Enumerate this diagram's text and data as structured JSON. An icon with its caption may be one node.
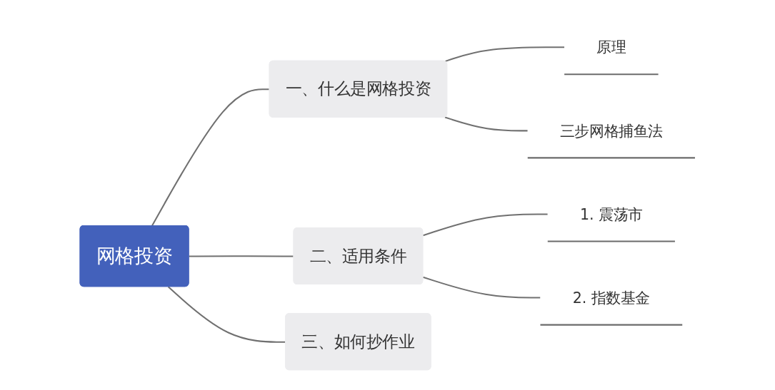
{
  "diagram": {
    "nodes": [
      {
        "text": [
          "网格投资"
        ]
      },
      {
        "text": [
          "一、什么是网格投资"
        ]
      },
      {
        "text": [
          "二、适用条件"
        ]
      },
      {
        "text": [
          "三、如何抄作业"
        ]
      },
      {
        "text": [
          "原理"
        ]
      },
      {
        "text": [
          "三步网格捕鱼法"
        ]
      },
      {
        "text": [
          "1. 震荡市"
        ]
      },
      {
        "text": [
          "2. 指数基金"
        ]
      }
    ],
    "edges": [
      {
        "from": 0,
        "to": 1,
        "arrow": "none"
      },
      {
        "from": 0,
        "to": 2,
        "arrow": "none"
      },
      {
        "from": 0,
        "to": 3,
        "arrow": "none"
      },
      {
        "from": 1,
        "to": 4,
        "arrow": "none"
      },
      {
        "from": 1,
        "to": 5,
        "arrow": "none"
      },
      {
        "from": 2,
        "to": 6,
        "arrow": "none"
      },
      {
        "from": 2,
        "to": 7,
        "arrow": "none"
      }
    ]
  }
}
